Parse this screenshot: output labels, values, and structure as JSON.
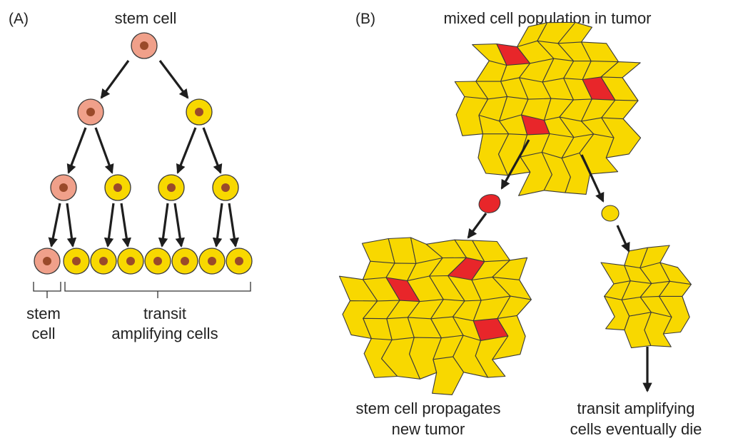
{
  "panel_a": {
    "label": "(A)",
    "top_label": "stem cell",
    "bottom_stem_label_line1": "stem",
    "bottom_stem_label_line2": "cell",
    "bottom_transit_label_line1": "transit",
    "bottom_transit_label_line2": "amplifying cells"
  },
  "panel_b": {
    "label": "(B)",
    "title": "mixed cell population in tumor",
    "left_caption_line1": "stem cell propagates",
    "left_caption_line2": "new tumor",
    "right_caption_line1": "transit amplifying",
    "right_caption_line2": "cells eventually die"
  },
  "colors": {
    "stem_cell": "#f0a08a",
    "transit_cell": "#f8d800",
    "nucleus": "#9a4a2a",
    "tumor_stem_cell": "#e8262a",
    "outline": "#3a3a3a",
    "arrow": "#1e1e1e"
  }
}
